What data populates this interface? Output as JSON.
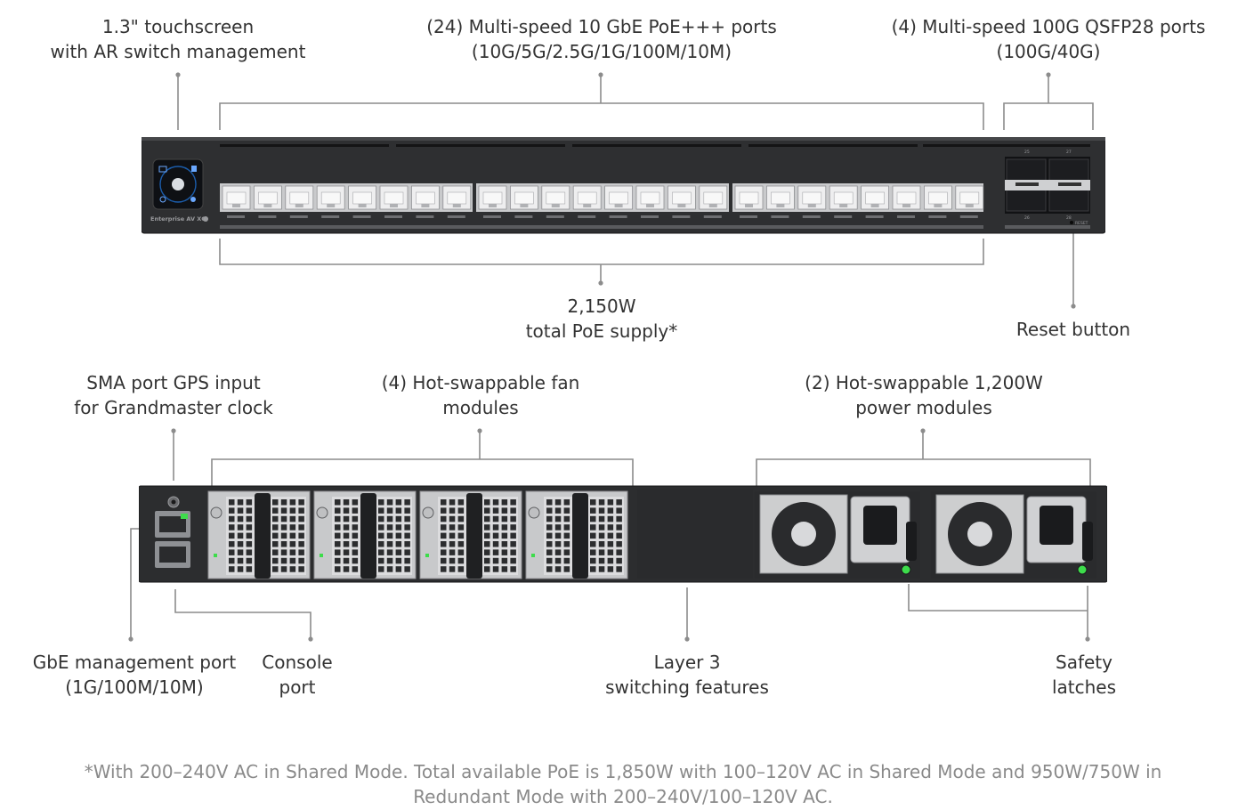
{
  "front_labels": {
    "touchscreen": [
      "1.3\" touchscreen",
      "with AR switch management"
    ],
    "poe_ports": [
      "(24) Multi-speed 10 GbE PoE+++ ports",
      "(10G/5G/2.5G/1G/100M/10M)"
    ],
    "qsfp_ports": [
      "(4) Multi-speed 100G QSFP28 ports",
      "(100G/40G)"
    ],
    "poe_supply": [
      "2,150W",
      "total PoE supply*"
    ],
    "reset": [
      "Reset button"
    ]
  },
  "front_panel": {
    "brand": "Enterprise AV XG",
    "reset_text": "RESET",
    "port_count": 24,
    "qsfp_numbers": [
      "25",
      "27",
      "26",
      "28"
    ]
  },
  "rear_labels": {
    "sma": [
      "SMA port GPS input",
      "for Grandmaster clock"
    ],
    "fans": [
      "(4) Hot-swappable fan",
      "modules"
    ],
    "power": [
      "(2) Hot-swappable 1,200W",
      "power modules"
    ],
    "mgmt": [
      "GbE management port",
      "(1G/100M/10M)"
    ],
    "console": [
      "Console",
      "port"
    ],
    "layer3": [
      "Layer 3",
      "switching features"
    ],
    "latches": [
      "Safety",
      "latches"
    ]
  },
  "footnote": [
    "*With 200–240V AC in Shared Mode. Total available PoE is 1,850W with 100–120V AC in Shared Mode and 950W/750W in",
    "Redundant Mode with 200–240V/100–120V AC."
  ],
  "colors": {
    "chassis": "#2e2f31",
    "line": "#8c8c8c",
    "led": "#3ddc4b",
    "text": "#333333",
    "footnote": "#8a8a8a"
  }
}
